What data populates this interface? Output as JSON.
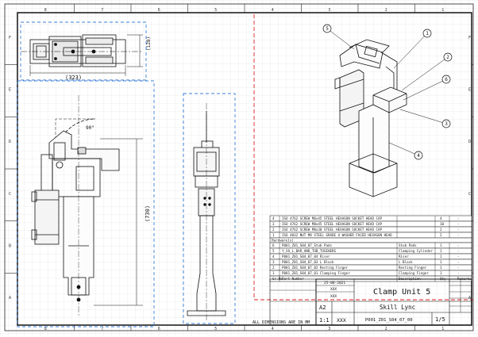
{
  "drawing": {
    "dims": {
      "top_width": "(323)",
      "top_height": "(128)",
      "front_height": "(730)",
      "angle": "90°"
    },
    "grid_cols": [
      "8",
      "7",
      "6",
      "5",
      "4",
      "3",
      "2",
      "1"
    ],
    "grid_rows": [
      "F",
      "E",
      "D",
      "C",
      "B",
      "A"
    ],
    "balloons": [
      "1",
      "2",
      "3",
      "4",
      "5",
      "6"
    ]
  },
  "bom": {
    "hardware_label": "Hardware(s)",
    "hardware_rows": [
      {
        "no": "4",
        "name": "ISO 4762 SCREW M6x45 STEEL HEXAGON SOCKET HEAD CAP",
        "desc": "",
        "qty": "4",
        "rem": "-"
      },
      {
        "no": "3",
        "name": "ISO 4762 SCREW M8x45 STEEL HEXAGON SOCKET HEAD CAP",
        "desc": "",
        "qty": "10",
        "rem": "-"
      },
      {
        "no": "2",
        "name": "ISO 4762 SCREW M8x30 STEEL HEXAGON SOCKET HEAD CAP",
        "desc": "",
        "qty": "2",
        "rem": "-"
      },
      {
        "no": "1",
        "name": "ISO 4032 NUT M8 STEEL GRADE A WASHER FACED HEXAGON HEAD",
        "desc": "",
        "qty": "2",
        "rem": "-"
      }
    ],
    "part_rows": [
      {
        "no": "6",
        "name": "P001_Z01_S04_07_Stub Pads",
        "desc": "Stub Pads",
        "qty": "1",
        "rem": "-"
      },
      {
        "no": "5",
        "name": "Y_SO_L_BAR_AND_TUB_TUSEHERS",
        "desc": "Clamping Cylinder",
        "qty": "1",
        "rem": "-"
      },
      {
        "no": "4",
        "name": "P001_Z01_S04_07_04 Riser",
        "desc": "Riser",
        "qty": "1",
        "rem": "-"
      },
      {
        "no": "3",
        "name": "P001_Z01_S04_07_03 L Block",
        "desc": "L Block",
        "qty": "1",
        "rem": "-"
      },
      {
        "no": "2",
        "name": "P001_Z01_S04_07_02 Resting Finger",
        "desc": "Resting Finger",
        "qty": "1",
        "rem": "-"
      },
      {
        "no": "1",
        "name": "P001_Z01_S04_07_01 Clamping Finger",
        "desc": "Clamping Finger",
        "qty": "1",
        "rem": "-"
      }
    ],
    "header": {
      "no": "Sr.No.",
      "name": "Part Number",
      "desc": "Description",
      "qty": "Qty",
      "rem": "Remarks"
    }
  },
  "title_block": {
    "date": "25-06-2021",
    "drawn": "XXX",
    "checked": "XXX",
    "title": "Clamp Unit 5",
    "company": "Skill Lync",
    "size": "A2",
    "scale": "1:1",
    "weight": "XXX",
    "drawing_no": "P001_Z01_S04_07_00",
    "sheet": "1/5",
    "note": "ALL DIMENSIONS ARE IN MM"
  }
}
